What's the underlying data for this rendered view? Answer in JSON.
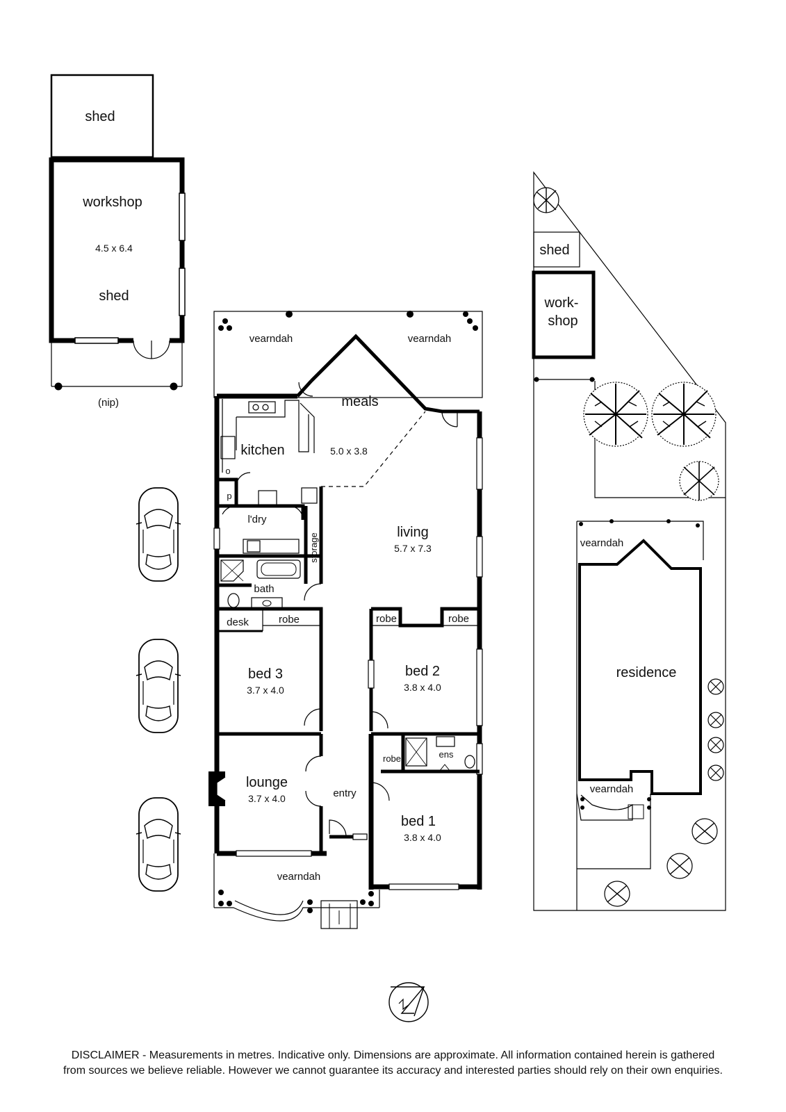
{
  "labels": {
    "shed_top": "shed",
    "workshop": "workshop",
    "workshop_dim": "4.5 x 6.4",
    "workshop_shed": "shed",
    "nip": "(nip)",
    "verandah_rear_left": "vearndah",
    "verandah_rear_right": "vearndah",
    "meals": "meals",
    "meals_dim": "5.0 x 3.8",
    "kitchen": "kitchen",
    "oven": "o",
    "pantry": "p",
    "laundry": "l'dry",
    "storage": "storage",
    "living": "living",
    "living_dim": "5.7 x 7.3",
    "bath": "bath",
    "desk": "desk",
    "robe_bed3": "robe",
    "bed3": "bed 3",
    "bed3_dim": "3.7 x 4.0",
    "robe_bed2_a": "robe",
    "robe_bed2_b": "robe",
    "bed2": "bed 2",
    "bed2_dim": "3.8 x 4.0",
    "robe_bed1": "robe",
    "ensuite": "ens",
    "lounge": "lounge",
    "lounge_dim": "3.7 x 4.0",
    "entry": "entry",
    "bed1": "bed 1",
    "bed1_dim": "3.8 x 4.0",
    "verandah_front": "vearndah",
    "site_shed": "shed",
    "site_workshop_line1": "work-",
    "site_workshop_line2": "shop",
    "site_verandah_top": "vearndah",
    "residence": "residence",
    "site_verandah_bottom": "vearndah"
  },
  "disclaimer": {
    "line1": "DISCLAIMER - Measurements in metres. Indicative only. Dimensions are approximate. All information contained herein is gathered",
    "line2": "from sources we believe reliable. However we cannot guarantee its accuracy and interested parties should rely on their own enquiries."
  },
  "icons": {
    "compass": "north-arrow-icon",
    "car": "car-icon",
    "tree": "tree-icon"
  }
}
